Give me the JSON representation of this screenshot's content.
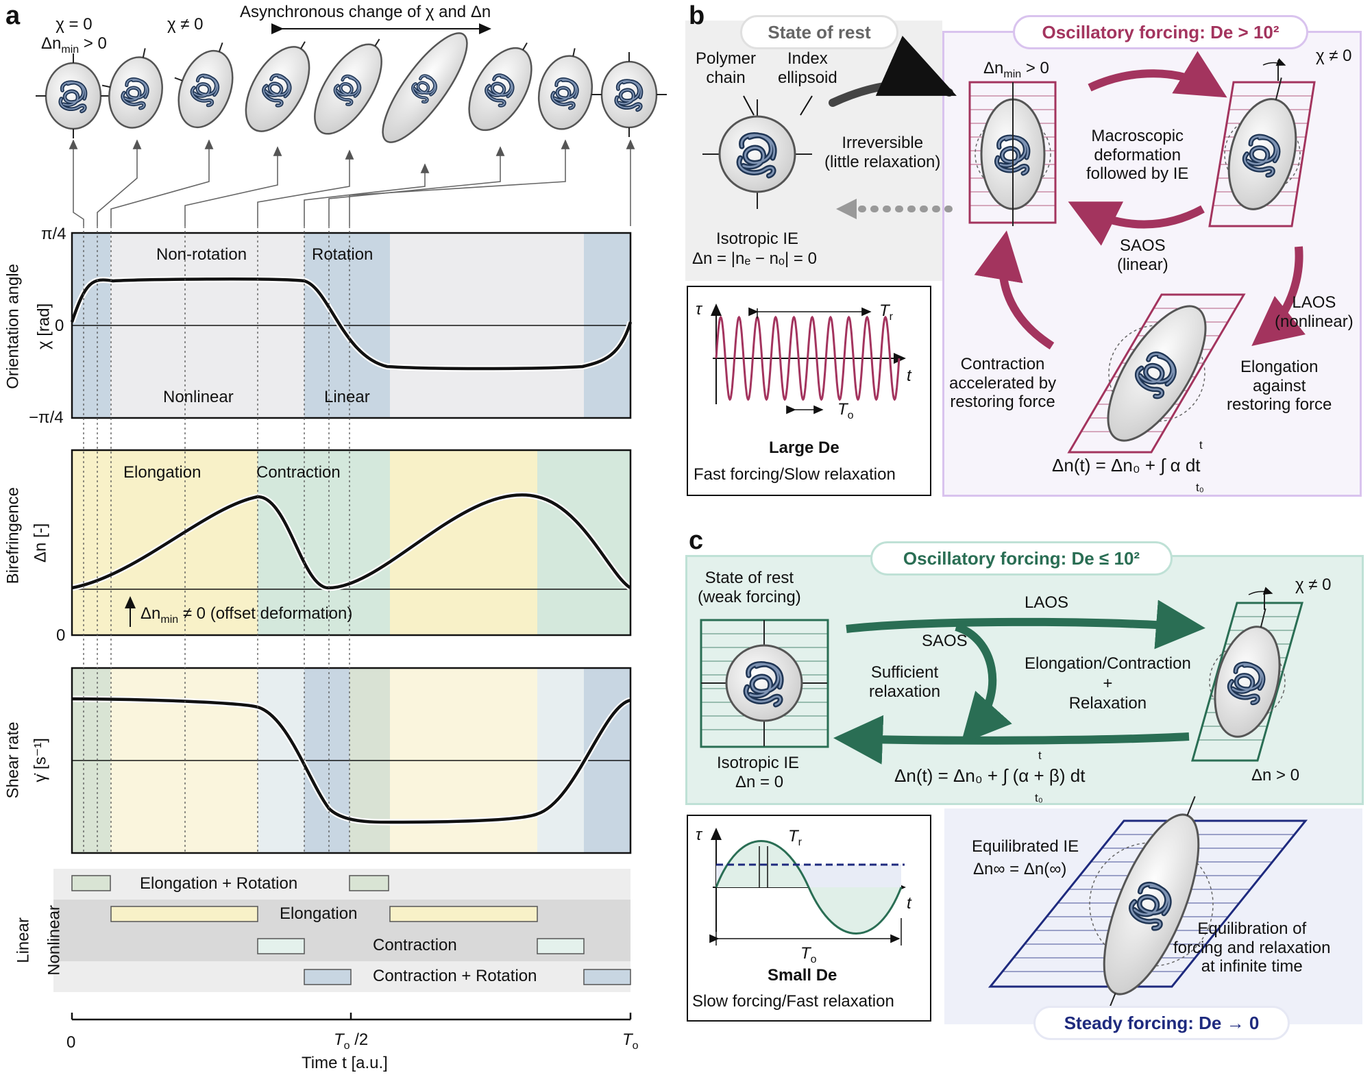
{
  "panel_a": {
    "letter": "a",
    "top_left_state": {
      "chi": "χ = 0",
      "dn": "Δn",
      "dn_sub": "min",
      "dn_rest": " > 0"
    },
    "top_chi_neq": "χ ≠ 0",
    "async_label": "Asynchronous change of χ and Δn",
    "orientation_ylabel": "Orientation angle",
    "orientation_ylabel2": "χ [rad]",
    "y_top": "π/4",
    "y_zero": "0",
    "y_bottom": "−π/4",
    "non_rotation": "Non-rotation",
    "rotation": "Rotation",
    "nonlinear": "Nonlinear",
    "linear": "Linear",
    "biref_ylabel": "Birefringence",
    "biref_ylabel2": "Δn [-]",
    "elongation": "Elongation",
    "contraction": "Contraction",
    "offset_note_a": "Δn",
    "offset_note_sub": "min",
    "offset_note_b": " ≠ 0 (offset deformation)",
    "biref_zero": "0",
    "shear_ylabel": "Shear rate",
    "shear_ylabel2": "γ̇  [s⁻¹]",
    "legend_linear": "Linear",
    "legend_nonlinear": "Nonlinear",
    "legend_er": "Elongation + Rotation",
    "legend_e": "Elongation",
    "legend_c": "Contraction",
    "legend_cr": "Contraction + Rotation",
    "t0": "0",
    "thalf": "T",
    "thalf_sub": "o",
    "thalf_rest": " /2",
    "tend": "T",
    "tend_sub": "o",
    "xlabel": "Time t [a.u.]"
  },
  "panel_b": {
    "letter": "b",
    "state_of_rest": "State of rest",
    "osc_title": "Oscillatory forcing: De > 10²",
    "polymer_chain": "Polymer\nchain",
    "index_ellipsoid": "Index\nellipsoid",
    "irreversible": "Irreversible\n(little relaxation)",
    "isotropic": "Isotropic IE",
    "dn_eq": "Δn = |nₑ − nₒ| = 0",
    "dn_min": "Δn",
    "dn_min_sub": "min",
    "dn_min_rest": " > 0",
    "chi_neq": "χ ≠ 0",
    "macro": "Macroscopic\ndeformation\nfollowed by IE",
    "saos": "SAOS\n(linear)",
    "laos": "LAOS\n(nonlinear)",
    "contraction": "Contraction\naccelerated by\nrestoring force",
    "elongation": "Elongation\nagainst\nrestoring force",
    "eq": "Δn(t) = Δn₀ + ∫ α dt",
    "eq_t": "t",
    "eq_t0": "t₀",
    "tau": "τ",
    "t": "t",
    "Tr": "T",
    "Tr_sub": "r",
    "To": "T",
    "To_sub": "o",
    "large_de": "Large De",
    "large_de_desc": "Fast forcing/Slow relaxation"
  },
  "panel_c": {
    "letter": "c",
    "osc_title": "Oscillatory forcing: De ≤ 10²",
    "state_of_rest": "State of rest\n(weak forcing)",
    "laos": "LAOS",
    "saos": "SAOS",
    "sufficient": "Sufficient\nrelaxation",
    "elong_contr": "Elongation/Contraction\n+\nRelaxation",
    "chi_eq": "χ ≠ 0",
    "isotropic": "Isotropic IE",
    "dn_zero": "Δn = 0",
    "dn_pos": "Δn > 0",
    "eq": "Δn(t) = Δn₀ + ∫ (α + β) dt",
    "eq_t": "t",
    "eq_t0": "t₀",
    "tau": "τ",
    "t": "t",
    "Tr": "T",
    "Tr_sub": "r",
    "To": "T",
    "To_sub": "o",
    "small_de": "Small De",
    "small_de_desc": "Slow forcing/Fast relaxation",
    "equilibrated": "Equilibrated IE",
    "dn_inf": "Δn∞ = Δn(∞)",
    "equilibration": "Equilibration of\nforcing and relaxation\nat infinite time",
    "steady_title": "Steady forcing: De → 0"
  },
  "colors": {
    "magenta": "#a3345e",
    "green": "#2a6e54",
    "navy": "#1e2a7e",
    "blue_band": "#c8d6e2",
    "yellow_band": "#f8f1c8",
    "green_band": "#d4e8dc",
    "gray_band": "#ececee",
    "violet_border": "#d9c3ee"
  }
}
